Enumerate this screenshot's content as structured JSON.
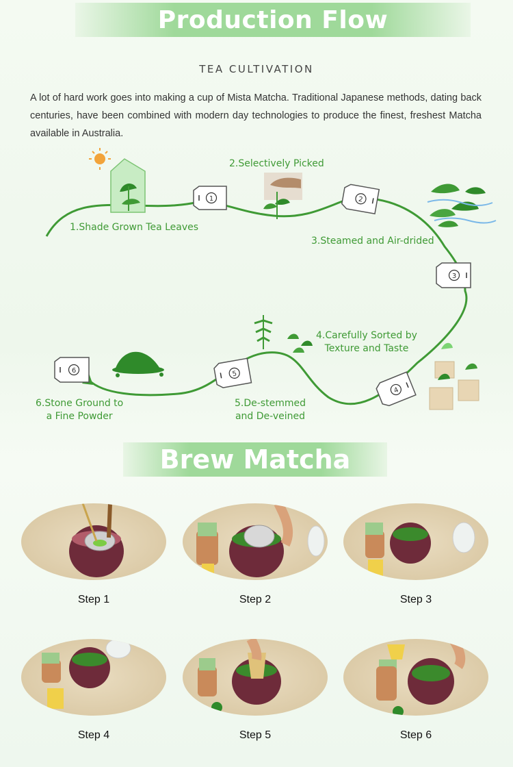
{
  "banners": {
    "production": "Production Flow",
    "brew": "Brew Matcha"
  },
  "cultivation": {
    "heading": "TEA CULTIVATION",
    "intro": "A lot of hard work goes into making a cup of Mista Matcha. Traditional Japanese methods, dating back centuries, have been combined with modern day technologies to produce the finest, freshest Matcha available in Australia."
  },
  "flow": {
    "stages": [
      {
        "num": "1",
        "label": "1.Shade Grown Tea Leaves"
      },
      {
        "num": "2",
        "label": "2.Selectively Picked"
      },
      {
        "num": "3",
        "label": "3.Steamed and Air-drided"
      },
      {
        "num": "4",
        "label_line1": "4.Carefully Sorted by",
        "label_line2": "Texture and Taste"
      },
      {
        "num": "5",
        "label_line1": "5.De-stemmed",
        "label_line2": "and De-veined"
      },
      {
        "num": "6",
        "label_line1": "6.Stone Ground to",
        "label_line2": "a Fine Powder"
      }
    ],
    "colors": {
      "green": "#3f9a35",
      "dark_green": "#2f7d2a",
      "tag_border": "#555555"
    }
  },
  "brew": {
    "steps": [
      "Step 1",
      "Step 2",
      "Step 3",
      "Step 4",
      "Step 5",
      "Step 6"
    ]
  }
}
